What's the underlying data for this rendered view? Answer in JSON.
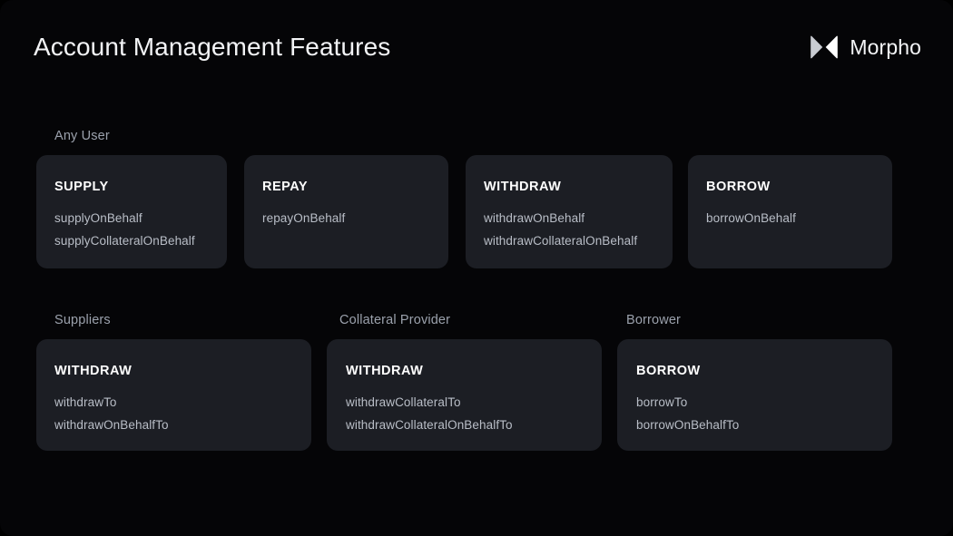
{
  "header": {
    "title": "Account Management Features",
    "brand_name": "Morpho",
    "brand_icon": "morpho-butterfly-logo"
  },
  "theme": {
    "page_background": "#050507",
    "card_background": "#1c1e24",
    "title_color": "#f2f3f5",
    "section_label_color": "#9ba1ac",
    "card_title_color": "#ffffff",
    "card_item_color": "#b9bec7"
  },
  "rows": [
    {
      "sections": [
        {
          "label": "Any User"
        }
      ],
      "cards": [
        {
          "title": "SUPPLY",
          "items": [
            "supplyOnBehalf",
            "supplyCollateralOnBehalf"
          ]
        },
        {
          "title": "REPAY",
          "items": [
            "repayOnBehalf"
          ]
        },
        {
          "title": "WITHDRAW",
          "items": [
            "withdrawOnBehalf",
            "withdrawCollateralOnBehalf"
          ]
        },
        {
          "title": "BORROW",
          "items": [
            "borrowOnBehalf"
          ]
        }
      ]
    },
    {
      "sections": [
        {
          "label": "Suppliers"
        },
        {
          "label": "Collateral Provider"
        },
        {
          "label": "Borrower"
        }
      ],
      "cards": [
        {
          "title": "WITHDRAW",
          "items": [
            "withdrawTo",
            "withdrawOnBehalfTo"
          ]
        },
        {
          "title": "WITHDRAW",
          "items": [
            "withdrawCollateralTo",
            "withdrawCollateralOnBehalfTo"
          ]
        },
        {
          "title": "BORROW",
          "items": [
            "borrowTo",
            "borrowOnBehalfTo"
          ]
        }
      ]
    }
  ]
}
